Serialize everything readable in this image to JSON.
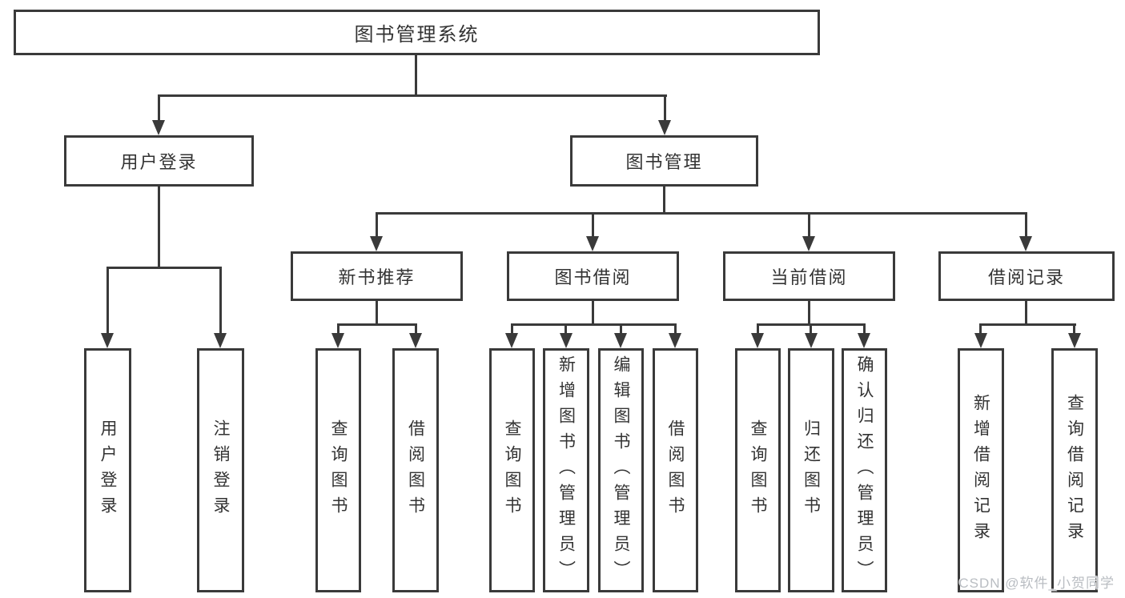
{
  "diagram": {
    "root": {
      "label": "图书管理系统",
      "children": [
        {
          "label": "用户登录",
          "children": [
            {
              "label": "用户登录"
            },
            {
              "label": "注销登录"
            }
          ]
        },
        {
          "label": "图书管理",
          "children": [
            {
              "label": "新书推荐",
              "children": [
                {
                  "label": "查询图书"
                },
                {
                  "label": "借阅图书"
                }
              ]
            },
            {
              "label": "图书借阅",
              "children": [
                {
                  "label": "查询图书"
                },
                {
                  "label": "新增图书（管理员）"
                },
                {
                  "label": "编辑图书（管理员）"
                },
                {
                  "label": "借阅图书"
                }
              ]
            },
            {
              "label": "当前借阅",
              "children": [
                {
                  "label": "查询图书"
                },
                {
                  "label": "归还图书"
                },
                {
                  "label": "确认归还（管理员）"
                }
              ]
            },
            {
              "label": "借阅记录",
              "children": [
                {
                  "label": "新增借阅记录"
                },
                {
                  "label": "查询借阅记录"
                }
              ]
            }
          ]
        }
      ]
    }
  },
  "watermark": "CSDN @软件_小贺同学",
  "colors": {
    "line": "#3a3a3a",
    "text": "#333333",
    "box_background": "#ffffff",
    "watermark": "#b9bdc2"
  }
}
